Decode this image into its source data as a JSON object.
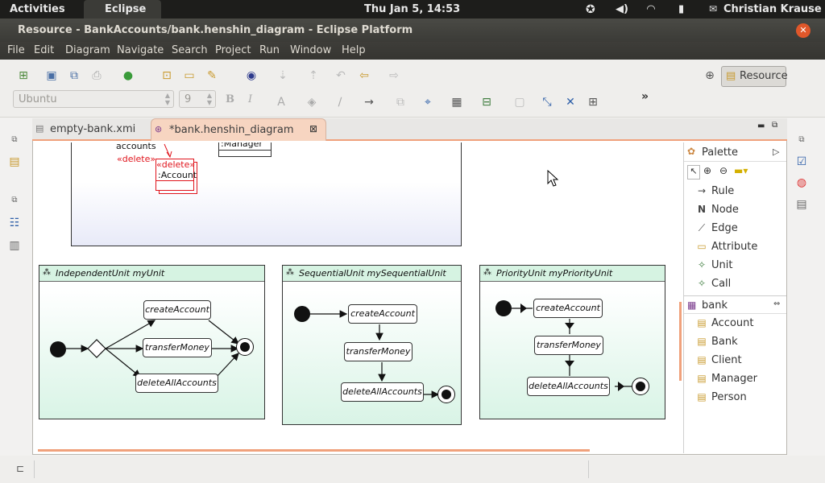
{
  "topbar": {
    "activities": "Activities",
    "app": "Eclipse",
    "clock": "Thu Jan  5, 14:53",
    "user": "Christian Krause"
  },
  "window": {
    "title": "Resource - BankAccounts/bank.henshin_diagram - Eclipse Platform"
  },
  "menu": [
    "File",
    "Edit",
    "Diagram",
    "Navigate",
    "Search",
    "Project",
    "Run",
    "Window",
    "Help"
  ],
  "toolbar": {
    "font_name": "Ubuntu",
    "font_size": "9",
    "bold": "B",
    "italic": "I",
    "perspective": "Resource",
    "more": "»"
  },
  "tabs": [
    {
      "label": "empty-bank.xmi",
      "active": false
    },
    {
      "label": "*bank.henshin_diagram",
      "active": true
    }
  ],
  "diagram": {
    "rule_fragment": {
      "accounts_label": "accounts",
      "delete_label": "«delete»",
      "account_stereotype": "«delete»",
      "account_name": ":Account",
      "manager_name": ":Manager"
    },
    "units": [
      {
        "type_label": "IndependentUnit myUnit",
        "nodes": [
          "createAccount",
          "transferMoney",
          "deleteAllAccounts"
        ]
      },
      {
        "type_label": "SequentialUnit mySequentialUnit",
        "nodes": [
          "createAccount",
          "transferMoney",
          "deleteAllAccounts"
        ]
      },
      {
        "type_label": "PriorityUnit myPriorityUnit",
        "nodes": [
          "createAccount",
          "transferMoney",
          "deleteAllAccounts"
        ]
      }
    ]
  },
  "palette": {
    "title": "Palette",
    "tools": [
      {
        "label": "Rule",
        "icon": "arrow-icon"
      },
      {
        "label": "Node",
        "icon": "N"
      },
      {
        "label": "Edge",
        "icon": "edge-icon"
      },
      {
        "label": "Attribute",
        "icon": "attribute-icon"
      },
      {
        "label": "Unit",
        "icon": "unit-icon"
      },
      {
        "label": "Call",
        "icon": "call-icon"
      }
    ],
    "package": "bank",
    "classes": [
      "Account",
      "Bank",
      "Client",
      "Manager",
      "Person"
    ]
  },
  "colors": {
    "accent": "#f0a17c",
    "unit_fill": "#d9f4e6",
    "delete_red": "#e0141c"
  }
}
